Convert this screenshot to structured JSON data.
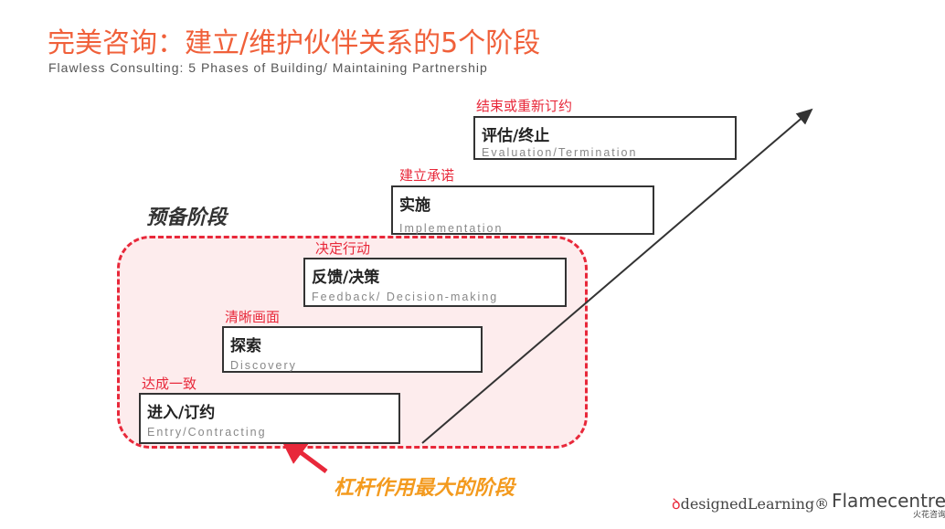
{
  "title": "完美咨询：建立/维护伙伴关系的5个阶段",
  "subtitle": "Flawless Consulting: 5 Phases of Building/ Maintaining Partnership",
  "zone_label": "预备阶段",
  "phases": [
    {
      "outcome": "达成一致",
      "zh": "进入/订约",
      "en": "Entry/Contracting"
    },
    {
      "outcome": "清晰画面",
      "zh": "探索",
      "en": "Discovery"
    },
    {
      "outcome": "决定行动",
      "zh": "反馈/决策",
      "en": "Feedback/ Decision-making"
    },
    {
      "outcome": "建立承诺",
      "zh": "实施",
      "en": "Implementation"
    },
    {
      "outcome": "结束或重新订约",
      "zh": "评估/终止",
      "en": "Evaluation/Termination"
    }
  ],
  "leverage_note": "杠杆作用最大的阶段",
  "logos": {
    "designed": "designedLearning®",
    "flame": "Flamecentre",
    "flame_sub": "火花咨询"
  },
  "colors": {
    "title": "#f0603a",
    "red": "#e8283a",
    "orange": "#f39a1e"
  }
}
